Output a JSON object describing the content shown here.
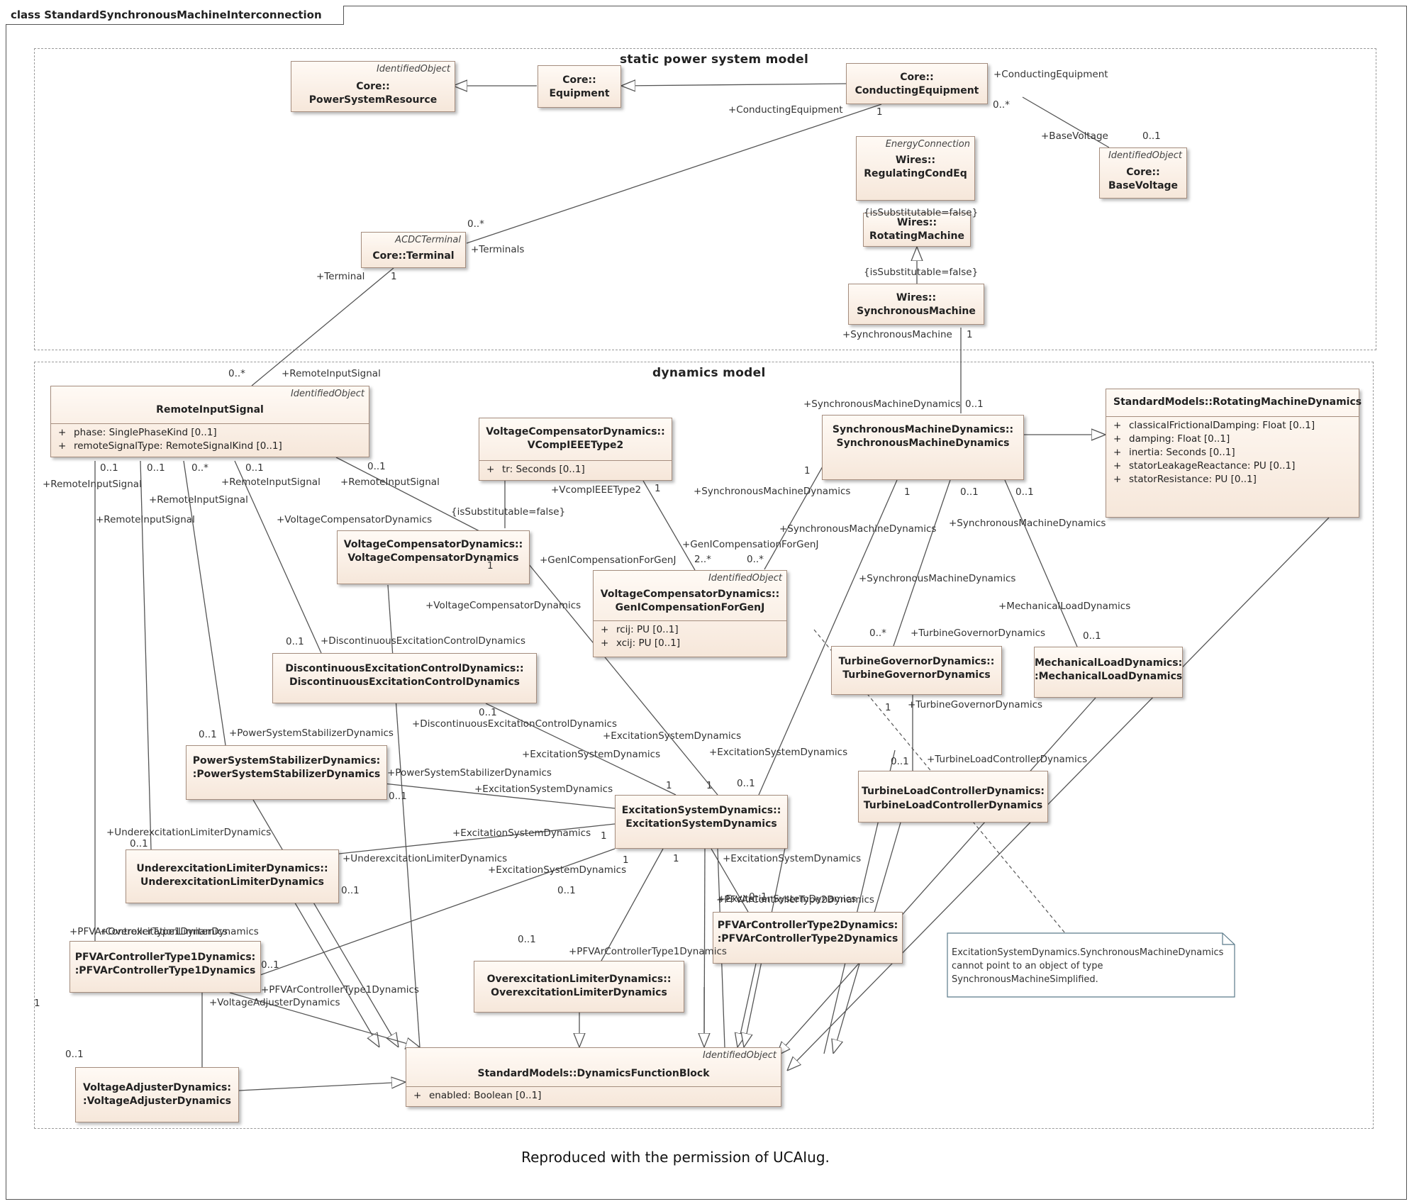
{
  "frame": {
    "title": "class StandardSynchronousMachineInterconnection"
  },
  "packages": {
    "static": {
      "title": "static power system model"
    },
    "dynamics": {
      "title": "dynamics model"
    }
  },
  "classes": {
    "psr": {
      "stereotype": "IdentifiedObject",
      "line1": "Core::",
      "line2": "PowerSystemResource"
    },
    "equip": {
      "line1": "Core::",
      "line2": "Equipment"
    },
    "condeq": {
      "line1": "Core::",
      "line2": "ConductingEquipment"
    },
    "regcond": {
      "stereotype": "EnergyConnection",
      "line1": "Wires::",
      "line2": "RegulatingCondEq"
    },
    "basevolt": {
      "stereotype": "IdentifiedObject",
      "line1": "Core::",
      "line2": "BaseVoltage"
    },
    "rotmach": {
      "line1": "Wires::",
      "line2": "RotatingMachine"
    },
    "terminal": {
      "stereotype": "ACDCTerminal",
      "line1": "Core::Terminal"
    },
    "syncmach": {
      "line1": "Wires::",
      "line2": "SynchronousMachine"
    },
    "remote": {
      "stereotype": "IdentifiedObject",
      "line1": "RemoteInputSignal",
      "attrs": [
        "phase: SinglePhaseKind [0..1]",
        "remoteSignalType: RemoteSignalKind [0..1]"
      ]
    },
    "vcomp1": {
      "line1": "VoltageCompensatorDynamics::",
      "line2": "VCompIEEEType2",
      "attrs": [
        "tr: Seconds [0..1]"
      ]
    },
    "smd": {
      "line1": "SynchronousMachineDynamics::",
      "line2": "SynchronousMachineDynamics"
    },
    "rmd": {
      "line1": "StandardModels::RotatingMachineDynamics",
      "attrs": [
        "classicalFrictionalDamping: Float [0..1]",
        "damping: Float [0..1]",
        "inertia: Seconds [0..1]",
        "statorLeakageReactance: PU [0..1]",
        "statorResistance: PU [0..1]"
      ]
    },
    "vcd": {
      "line1": "VoltageCompensatorDynamics::",
      "line2": "VoltageCompensatorDynamics"
    },
    "genl": {
      "stereotype": "IdentifiedObject",
      "line1": "VoltageCompensatorDynamics::",
      "line2": "GenICompensationForGenJ",
      "attrs": [
        "rcij: PU [0..1]",
        "xcij: PU [0..1]"
      ]
    },
    "decd": {
      "line1": "DiscontinuousExcitationControlDynamics::",
      "line2": "DiscontinuousExcitationControlDynamics"
    },
    "tgd": {
      "line1": "TurbineGovernorDynamics::",
      "line2": "TurbineGovernorDynamics"
    },
    "mld": {
      "line1": "MechanicalLoadDynamics:",
      "line2": ":MechanicalLoadDynamics"
    },
    "pssd": {
      "line1": "PowerSystemStabilizerDynamics:",
      "line2": ":PowerSystemStabilizerDynamics"
    },
    "tlcd": {
      "line1": "TurbineLoadControllerDynamics:",
      "line2": "TurbineLoadControllerDynamics"
    },
    "esd": {
      "line1": "ExcitationSystemDynamics::",
      "line2": "ExcitationSystemDynamics"
    },
    "ueld": {
      "line1": "UnderexcitationLimiterDynamics::",
      "line2": "UnderexcitationLimiterDynamics"
    },
    "pfv1": {
      "line1": "PFVArControllerType1Dynamics:",
      "line2": ":PFVArControllerType1Dynamics"
    },
    "pfv2": {
      "line1": "PFVArControllerType2Dynamics:",
      "line2": ":PFVArControllerType2Dynamics"
    },
    "oeld": {
      "line1": "OverexcitationLimiterDynamics::",
      "line2": "OverexcitationLimiterDynamics"
    },
    "dfb": {
      "stereotype": "IdentifiedObject",
      "line1": "StandardModels::DynamicsFunctionBlock",
      "attrs": [
        "enabled: Boolean [0..1]"
      ]
    },
    "vad": {
      "line1": "VoltageAdjusterDynamics:",
      "line2": ":VoltageAdjusterDynamics"
    }
  },
  "labels": [
    "+ConductingEquipment",
    "0..*",
    "+ConductingEquipment",
    "1",
    "+BaseVoltage",
    "0..1",
    "{isSubstitutable=false}",
    "{isSubstitutable=false}",
    "0..*",
    "+Terminals",
    "+Terminal",
    "1",
    "+SynchronousMachine",
    "1",
    "0..*",
    "+RemoteInputSignal",
    "+SynchronousMachineDynamics",
    "0..1",
    "0..1",
    "0..1",
    "0..*",
    "0..1",
    "0..1",
    "+RemoteInputSignal",
    "+RemoteInputSignal",
    "+RemoteInputSignal",
    "+RemoteInputSignal",
    "+RemoteInputSignal",
    "1",
    "+SynchronousMachineDynamics",
    "1",
    "0..1",
    "0..1",
    "+VcompIEEEType2",
    "1",
    "{isSubstitutable=false}",
    "+VoltageCompensatorDynamics",
    "+SynchronousMachineDynamics",
    "+SynchronousMachineDynamics",
    "+GenICompensationForGenJ",
    "2..*",
    "0..*",
    "+GenICompensationForGenJ",
    "+SynchronousMachineDynamics",
    "1",
    "+VoltageCompensatorDynamics",
    "+MechanicalLoadDynamics",
    "0..1",
    "0..*",
    "+TurbineGovernorDynamics",
    "0..1",
    "+DiscontinuousExcitationControlDynamics",
    "1",
    "+TurbineGovernorDynamics",
    "0..1",
    "+DiscontinuousExcitationControlDynamics",
    "0..1",
    "+PowerSystemStabilizerDynamics",
    "+ExcitationSystemDynamics",
    "+ExcitationSystemDynamics",
    "+ExcitationSystemDynamics",
    "0..1",
    "+TurbineLoadControllerDynamics",
    "+PowerSystemStabilizerDynamics",
    "1",
    "1",
    "0..1",
    "+ExcitationSystemDynamics",
    "0..1",
    "+UnderexcitationLimiterDynamics",
    "+ExcitationSystemDynamics",
    "1",
    "0..1",
    "+UnderexcitationLimiterDynamics",
    "1",
    "1",
    "+ExcitationSystemDynamics",
    "+ExcitationSystemDynamics",
    "0..1",
    "+ExcitationSystemDynamics",
    "0..1",
    "+PFVArControllerType2Dynamics",
    "0..1",
    "+PFVArControllerType1Dynamics",
    "+OverexcitationLimiterDynamics",
    "0..1",
    "+PFVArControllerType1Dynamics",
    "0..1",
    "+PFVArControllerType1Dynamics",
    "1",
    "+VoltageAdjusterDynamics",
    "0..1"
  ],
  "note": {
    "text": "ExcitationSystemDynamics.SynchronousMachineDynamics cannot point to an object of type SynchronousMachineSimplified."
  },
  "footer": {
    "text": "Reproduced with the permission of UCAIug."
  },
  "colors": {
    "class_fill_top": "#fffaf5",
    "class_fill_bottom": "#f6e7da",
    "class_border": "#a58d7e",
    "line": "#555555"
  }
}
